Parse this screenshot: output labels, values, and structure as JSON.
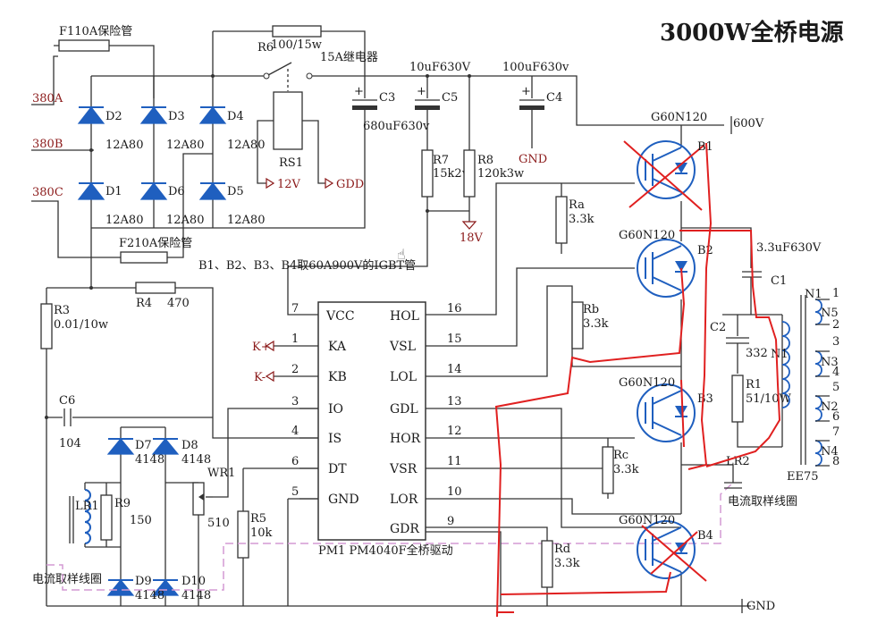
{
  "title": "3000W全桥电源",
  "inputs": {
    "a": "380A",
    "b": "380B",
    "c": "380C"
  },
  "fuses": {
    "f1": "F110A保险管",
    "f2": "F210A保险管"
  },
  "diodes": [
    {
      "ref": "D2",
      "value": "12A80"
    },
    {
      "ref": "D3",
      "value": "12A80"
    },
    {
      "ref": "D4",
      "value": "12A80"
    },
    {
      "ref": "D1",
      "value": "12A80"
    },
    {
      "ref": "D6",
      "value": "12A80"
    },
    {
      "ref": "D5",
      "value": "12A80"
    }
  ],
  "relay": {
    "r6": "R6",
    "r6_value": "100/15w",
    "relay_label": "15A继电器",
    "coil": "RS1",
    "v12": "12V",
    "gdd": "GDD"
  },
  "caps": {
    "c3": "C3",
    "c3_value": "680uF630v",
    "c5": "C5",
    "c5_value": "10uF630V",
    "c4": "C4",
    "c4_value": "100uF630v",
    "c6": "C6",
    "c6_value": "104",
    "c1": "C1",
    "c1_value": "3.3uF630V",
    "c2": "C2",
    "c2_value": "332"
  },
  "resistors": {
    "r7": "R7",
    "r7_value": "15k2w",
    "r8": "R8",
    "r8_value": "120k3w",
    "r3": "R3",
    "r3_value": "0.01/10w",
    "r4": "R4",
    "r4_value": "470",
    "r9": "R9",
    "r9_value": "150",
    "wr1": "WR1",
    "wr1_value": "510",
    "r5": "R5",
    "r5_value": "10k",
    "ra": "Ra",
    "ra_value": "3.3k",
    "rb": "Rb",
    "rb_value": "3.3k",
    "rc": "Rc",
    "rc_value": "3.3k",
    "rd": "Rd",
    "rd_value": "3.3k",
    "r1": "R1",
    "r1_value": "51/10W"
  },
  "rails": {
    "v18": "18V",
    "gnd_top": "GND",
    "v600": "600V",
    "gnd_bottom": "GND"
  },
  "note": "B1、B2、B3、B4取60A900V的IGBT管",
  "chip": {
    "name": "PM1 PM4040F全桥驱动",
    "left_pins": [
      {
        "num": "7",
        "name": "VCC"
      },
      {
        "num": "1",
        "name": "KA"
      },
      {
        "num": "2",
        "name": "KB"
      },
      {
        "num": "3",
        "name": "IO"
      },
      {
        "num": "4",
        "name": "IS"
      },
      {
        "num": "6",
        "name": "DT"
      },
      {
        "num": "5",
        "name": "GND"
      }
    ],
    "right_pins": [
      {
        "num": "16",
        "name": "HOL"
      },
      {
        "num": "15",
        "name": "VSL"
      },
      {
        "num": "14",
        "name": "LOL"
      },
      {
        "num": "13",
        "name": "GDL"
      },
      {
        "num": "12",
        "name": "HOR"
      },
      {
        "num": "11",
        "name": "VSR"
      },
      {
        "num": "10",
        "name": "LOR"
      },
      {
        "num": "9",
        "name": "GDR"
      }
    ],
    "k_plus": "K+",
    "k_minus": "K-"
  },
  "igbts": [
    {
      "ref": "B1",
      "part": "G60N120"
    },
    {
      "ref": "B2",
      "part": "G60N120"
    },
    {
      "ref": "B3",
      "part": "G60N120"
    },
    {
      "ref": "B4",
      "part": "G60N120"
    }
  ],
  "small_diodes": [
    {
      "ref": "D7",
      "value": "4148"
    },
    {
      "ref": "D8",
      "value": "4148"
    },
    {
      "ref": "D9",
      "value": "4148"
    },
    {
      "ref": "D10",
      "value": "4148"
    }
  ],
  "sampling": {
    "lr1": "LR1",
    "lr2": "LR2",
    "label_left": "电流取样线圈",
    "label_right": "电流取样线圈"
  },
  "transformer": {
    "name": "EE75",
    "n1": "N1",
    "n5": "N5",
    "n3": "N3",
    "n2": "N2",
    "n4": "N4",
    "n1b": "N1",
    "pins": [
      "1",
      "2",
      "3",
      "4",
      "5",
      "6",
      "7",
      "8"
    ]
  }
}
